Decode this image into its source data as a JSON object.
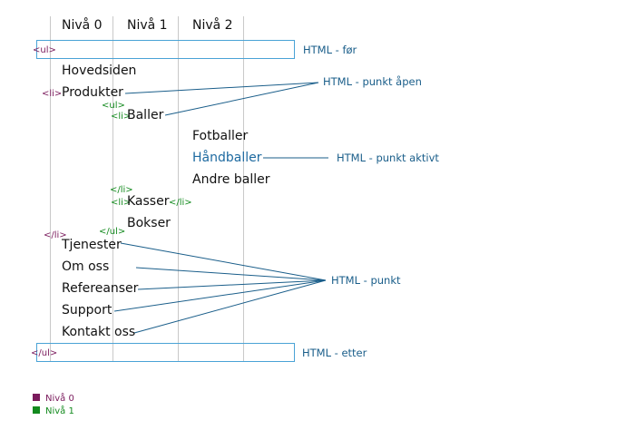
{
  "colors": {
    "level0": "#7a1a5c",
    "level1": "#138a1e",
    "accent": "#1a5e8a",
    "grid": "#c9c9c9",
    "text": "#111111"
  },
  "columns": [
    "Nivå 0",
    "Nivå 1",
    "Nivå 2"
  ],
  "items": {
    "hovedsiden": "Hovedsiden",
    "produkter": "Produkter",
    "baller": "Baller",
    "fotballer": "Fotballer",
    "handballer": "Håndballer",
    "andre_baller": "Andre baller",
    "kasser": "Kasser",
    "bokser": "Bokser",
    "tjenester": "Tjenester",
    "om_oss": "Om oss",
    "refereanser": "Refereanser",
    "support": "Support",
    "kontakt_oss": "Kontakt oss"
  },
  "tags": {
    "ul_open_outer": "<ul>",
    "li_open_produkter": "<li>",
    "ul_open_inner": "<ul>",
    "li_open_baller": "<li>",
    "li_close_baller": "</li>",
    "li_open_kasser": "<li>",
    "li_close_kasser": "</li>",
    "ul_close_inner": "</ul>",
    "li_close_produkter": "</li>",
    "ul_close_outer": "</ul>"
  },
  "annotations": {
    "before": "HTML - før",
    "open_item": "HTML - punkt åpen",
    "active_item": "HTML - punkt aktivt",
    "item": "HTML - punkt",
    "after": "HTML - etter"
  },
  "legend": [
    "Nivå 0",
    "Nivå 1"
  ]
}
